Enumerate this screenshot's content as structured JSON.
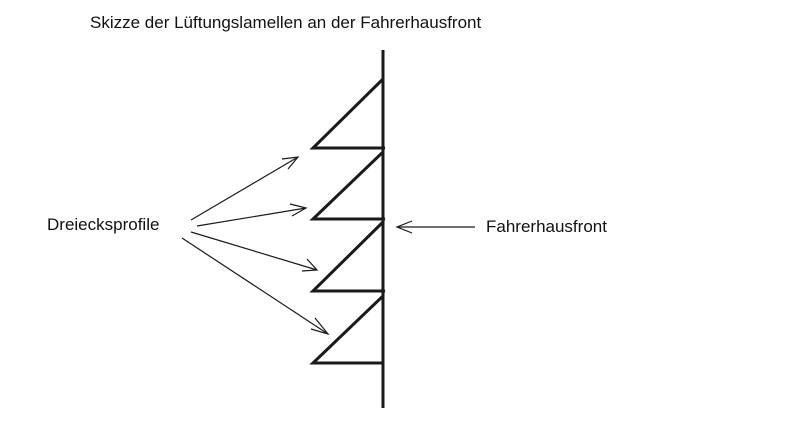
{
  "title": "Skizze der Lüftungslamellen an der Fahrerhausfront",
  "labels": {
    "profiles": "Dreiecksprofile",
    "front": "Fahrerhausfront"
  },
  "counts": {
    "triangles": 4,
    "profile_arrows": 4
  }
}
